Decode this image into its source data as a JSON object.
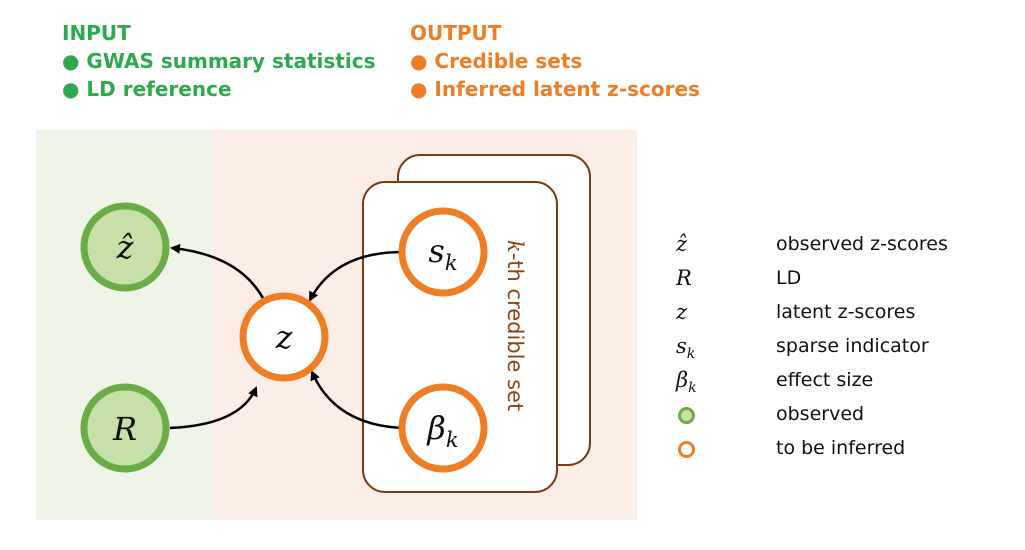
{
  "input": {
    "title": "INPUT",
    "items": [
      "GWAS summary statistics",
      "LD reference"
    ]
  },
  "output": {
    "title": "OUTPUT",
    "items": [
      "Credible sets",
      "Inferred latent z-scores"
    ]
  },
  "nodes": {
    "zhat": "ẑ",
    "R": "R",
    "z": "z",
    "s_base": "s",
    "s_sub": "k",
    "beta_base": "β",
    "beta_sub": "k"
  },
  "plate_label": {
    "k": "k",
    "rest": "-th credible set"
  },
  "legend": [
    {
      "symbol": "ẑ",
      "desc": "observed z-scores"
    },
    {
      "symbol": "R",
      "desc": "LD"
    },
    {
      "symbol": "z",
      "desc": "latent z-scores"
    },
    {
      "symbol": "s",
      "sub": "k",
      "desc": "sparse indicator"
    },
    {
      "symbol": "β",
      "sub": "k",
      "desc": "effect size"
    },
    {
      "circle": "observed",
      "desc": "observed"
    },
    {
      "circle": "inferred",
      "desc": "to be inferred"
    }
  ],
  "colors": {
    "observed_fill": "#c6e0a7",
    "observed_stroke": "#6aac46",
    "inferred_stroke": "#ef7d26",
    "plate_stroke": "#7a3b12",
    "plate_label": "#8a4514",
    "bg_green": "#eef5e8",
    "bg_orange": "#fcede6"
  }
}
